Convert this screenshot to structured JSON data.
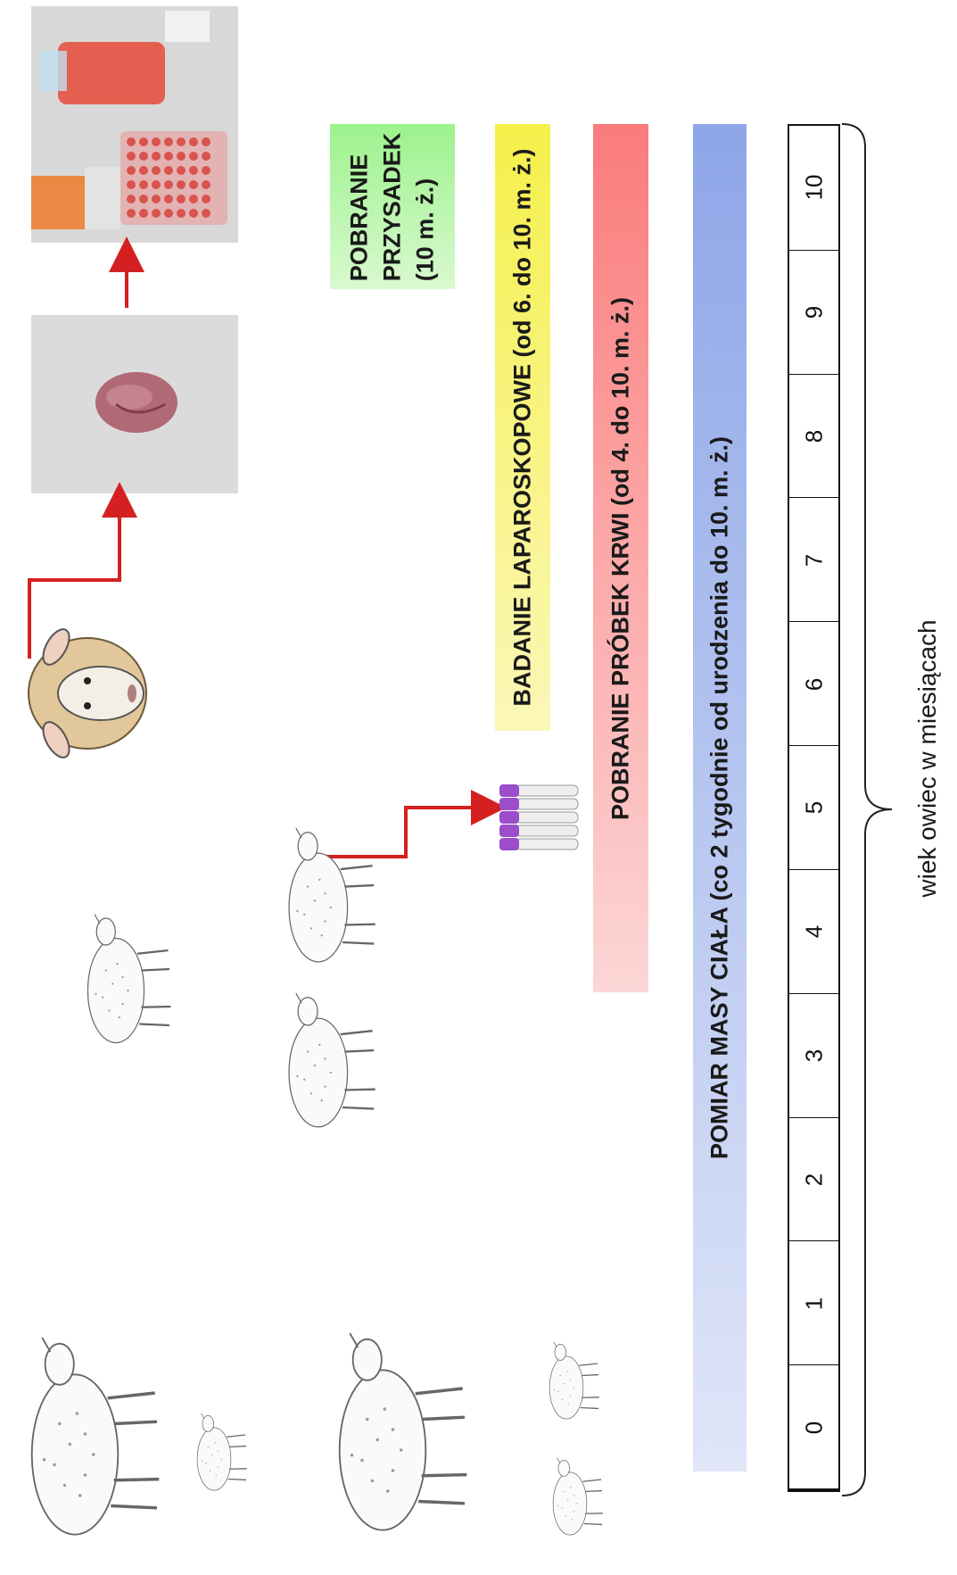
{
  "bands": {
    "przysadek": {
      "lines": [
        "POBRANIE",
        "PRZYSADEK",
        "(10 m. ż.)"
      ],
      "color_start": "#9cf28d",
      "color_end": "#d9f9cf"
    },
    "laparoskopowe": {
      "label": "BADANIE LAPAROSKOPOWE (od 6. do 10. m. ż.)",
      "color_start": "#f5f04a",
      "color_end": "#fbf7b8"
    },
    "krwi": {
      "label": "POBRANIE PRÓBEK KRWI (od 4. do 10. m. ż.)",
      "color_start": "#fb7b7b",
      "color_end": "#fcd6d6"
    },
    "masy": {
      "label": "POMIAR MASY CIAŁA (co 2 tygodnie od urodzenia do 10. m. ż.)",
      "color_start": "#8da6e8",
      "color_end": "#e0e6f8"
    }
  },
  "timeline": {
    "ticks": [
      "0",
      "1",
      "2",
      "3",
      "4",
      "5",
      "6",
      "7",
      "8",
      "9",
      "10"
    ],
    "axis_label": "wiek owiec w miesiącach"
  },
  "icons": {
    "arrows_color": "#d42020",
    "tube_cap_color": "#9b4dca"
  }
}
